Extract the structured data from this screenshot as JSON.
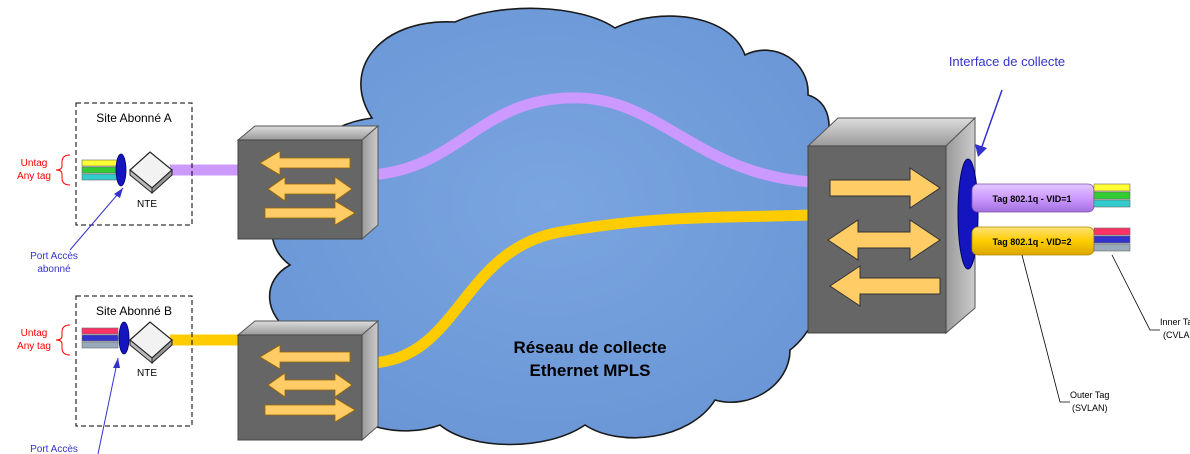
{
  "site_a": {
    "title": "Site Abonné A",
    "nte": "NTE"
  },
  "site_b": {
    "title": "Site Abonné B",
    "nte": "NTE"
  },
  "untag_a": {
    "line1": "Untag",
    "line2": "Any tag"
  },
  "untag_b": {
    "line1": "Untag",
    "line2": "Any tag"
  },
  "port_a": {
    "line1": "Port Accès",
    "line2": "abonné"
  },
  "port_b": {
    "line1": "Port Accès"
  },
  "cloud": {
    "line1": "Réseau de collecte",
    "line2": "Ethernet MPLS"
  },
  "interface_label": "Interface de collecte",
  "tag1": "Tag 802.1q - VID=1",
  "tag2": "Tag 802.1q - VID=2",
  "inner_tag": {
    "line1": "Inner Tag",
    "line2": "(CVLAN)"
  },
  "outer_tag": {
    "line1": "Outer Tag",
    "line2": "(SVLAN)"
  },
  "colors": {
    "cloud": "#6f9bd9",
    "purple_link": "#cc99ff",
    "yellow_link": "#ffcc00",
    "switch_face": "#666666",
    "arrow": "#ffcc66",
    "callout_blue": "#3333cc",
    "label_red": "#ff0000"
  }
}
